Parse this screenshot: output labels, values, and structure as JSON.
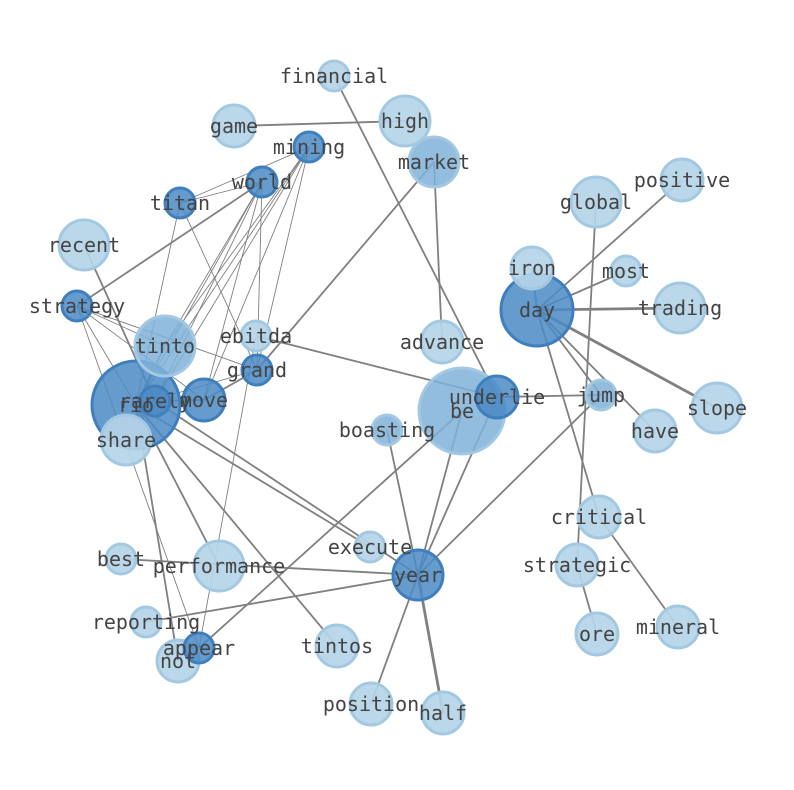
{
  "colors": {
    "light": "#b5d4e8",
    "light_stroke": "#a3c9e2",
    "mid": "#7fb2d8",
    "dark": "#4a8ac4",
    "dark_stroke": "#3f7fbd",
    "edge": "#808080",
    "label": "#444444"
  },
  "nodes": [
    {
      "id": "financial",
      "label": "financial",
      "tone": "light"
    },
    {
      "id": "game",
      "label": "game",
      "tone": "light"
    },
    {
      "id": "high",
      "label": "high",
      "tone": "light"
    },
    {
      "id": "mining",
      "label": "mining",
      "tone": "dark"
    },
    {
      "id": "market",
      "label": "market",
      "tone": "mid"
    },
    {
      "id": "world",
      "label": "world",
      "tone": "dark"
    },
    {
      "id": "titan",
      "label": "titan",
      "tone": "dark"
    },
    {
      "id": "global",
      "label": "global",
      "tone": "light"
    },
    {
      "id": "positive",
      "label": "positive",
      "tone": "light"
    },
    {
      "id": "recent",
      "label": "recent",
      "tone": "light"
    },
    {
      "id": "iron",
      "label": "iron",
      "tone": "light"
    },
    {
      "id": "most",
      "label": "most",
      "tone": "light"
    },
    {
      "id": "day",
      "label": "day",
      "tone": "dark"
    },
    {
      "id": "trading",
      "label": "trading",
      "tone": "light"
    },
    {
      "id": "strategy",
      "label": "strategy",
      "tone": "dark"
    },
    {
      "id": "ebitda",
      "label": "ebitda",
      "tone": "light"
    },
    {
      "id": "tinto",
      "label": "tinto",
      "tone": "mid"
    },
    {
      "id": "advance",
      "label": "advance",
      "tone": "light"
    },
    {
      "id": "grand",
      "label": "grand",
      "tone": "dark"
    },
    {
      "id": "rio",
      "label": "rio",
      "tone": "dark"
    },
    {
      "id": "rarely",
      "label": "rarely",
      "tone": "dark"
    },
    {
      "id": "move",
      "label": "move",
      "tone": "dark"
    },
    {
      "id": "underlie",
      "label": "underlie",
      "tone": "dark"
    },
    {
      "id": "be",
      "label": "be",
      "tone": "mid"
    },
    {
      "id": "jump",
      "label": "jump",
      "tone": "mid"
    },
    {
      "id": "slope",
      "label": "slope",
      "tone": "light"
    },
    {
      "id": "share",
      "label": "share",
      "tone": "light"
    },
    {
      "id": "boasting",
      "label": "boasting",
      "tone": "mid"
    },
    {
      "id": "have",
      "label": "have",
      "tone": "light"
    },
    {
      "id": "critical",
      "label": "critical",
      "tone": "light"
    },
    {
      "id": "execute",
      "label": "execute",
      "tone": "light"
    },
    {
      "id": "best",
      "label": "best",
      "tone": "light"
    },
    {
      "id": "performance",
      "label": "performance",
      "tone": "light"
    },
    {
      "id": "year",
      "label": "year",
      "tone": "dark"
    },
    {
      "id": "strategic",
      "label": "strategic",
      "tone": "light"
    },
    {
      "id": "reporting",
      "label": "reporting",
      "tone": "light"
    },
    {
      "id": "ore",
      "label": "ore",
      "tone": "light"
    },
    {
      "id": "mineral",
      "label": "mineral",
      "tone": "light"
    },
    {
      "id": "appear",
      "label": "appear",
      "tone": "dark"
    },
    {
      "id": "not",
      "label": "not",
      "tone": "light"
    },
    {
      "id": "tintos",
      "label": "tintos",
      "tone": "light"
    },
    {
      "id": "position",
      "label": "position",
      "tone": "light"
    },
    {
      "id": "half",
      "label": "half",
      "tone": "light"
    }
  ],
  "edges": [
    [
      "financial",
      "underlie",
      "m"
    ],
    [
      "game",
      "high",
      "m"
    ],
    [
      "market",
      "advance",
      "m"
    ],
    [
      "market",
      "grand",
      "m"
    ],
    [
      "mining",
      "titan",
      "t"
    ],
    [
      "mining",
      "rio",
      "t"
    ],
    [
      "mining",
      "rarely",
      "t"
    ],
    [
      "mining",
      "move",
      "t"
    ],
    [
      "mining",
      "grand",
      "t"
    ],
    [
      "mining",
      "tinto",
      "t"
    ],
    [
      "world",
      "titan",
      "t"
    ],
    [
      "world",
      "strategy",
      "m"
    ],
    [
      "world",
      "rio",
      "t"
    ],
    [
      "world",
      "rarely",
      "t"
    ],
    [
      "world",
      "tinto",
      "t"
    ],
    [
      "world",
      "move",
      "t"
    ],
    [
      "world",
      "grand",
      "t"
    ],
    [
      "titan",
      "rio",
      "t"
    ],
    [
      "titan",
      "grand",
      "t"
    ],
    [
      "recent",
      "rarely",
      "m"
    ],
    [
      "strategy",
      "tinto",
      "t"
    ],
    [
      "strategy",
      "grand",
      "t"
    ],
    [
      "strategy",
      "rio",
      "t"
    ],
    [
      "strategy",
      "appear",
      "t"
    ],
    [
      "strategy",
      "move",
      "t"
    ],
    [
      "ebitda",
      "underlie",
      "m"
    ],
    [
      "ebitda",
      "appear",
      "t"
    ],
    [
      "rio",
      "grand",
      "t"
    ],
    [
      "rio",
      "tinto",
      "m"
    ],
    [
      "rio",
      "execute",
      "m"
    ],
    [
      "rio",
      "tintos",
      "m"
    ],
    [
      "rio",
      "performance",
      "m"
    ],
    [
      "rio",
      "not",
      "m"
    ],
    [
      "rarely",
      "move",
      "m"
    ],
    [
      "rarely",
      "year",
      "m"
    ],
    [
      "move",
      "grand",
      "m"
    ],
    [
      "day",
      "positive",
      "m"
    ],
    [
      "day",
      "iron",
      "m"
    ],
    [
      "day",
      "most",
      "m"
    ],
    [
      "day",
      "trading",
      "b"
    ],
    [
      "day",
      "slope",
      "b"
    ],
    [
      "day",
      "have",
      "m"
    ],
    [
      "day",
      "critical",
      "m"
    ],
    [
      "day",
      "jump",
      "m"
    ],
    [
      "global",
      "strategic",
      "m"
    ],
    [
      "underlie",
      "jump",
      "m"
    ],
    [
      "underlie",
      "year",
      "m"
    ],
    [
      "be",
      "year",
      "m"
    ],
    [
      "be",
      "appear",
      "m"
    ],
    [
      "jump",
      "year",
      "m"
    ],
    [
      "boasting",
      "year",
      "m"
    ],
    [
      "critical",
      "mineral",
      "m"
    ],
    [
      "strategic",
      "ore",
      "m"
    ],
    [
      "best",
      "year",
      "m"
    ],
    [
      "reporting",
      "year",
      "m"
    ],
    [
      "year",
      "half",
      "b"
    ],
    [
      "year",
      "position",
      "m"
    ]
  ]
}
